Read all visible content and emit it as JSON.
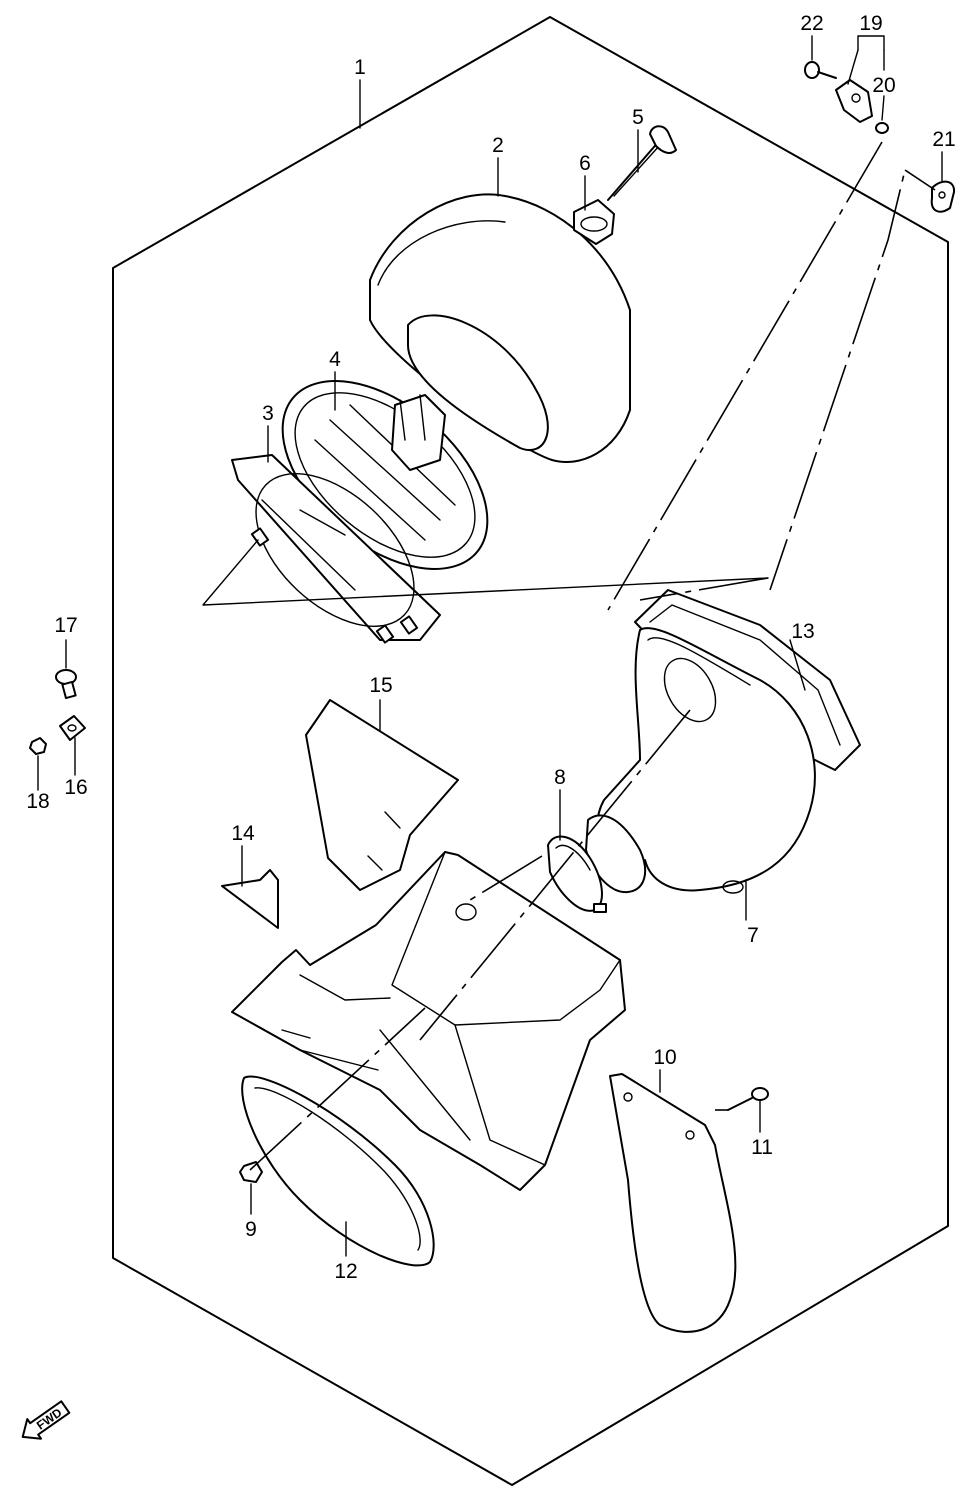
{
  "diagram": {
    "part_numbers": {
      "p1": "1",
      "p2": "2",
      "p3": "3",
      "p4": "4",
      "p5": "5",
      "p6": "6",
      "p7": "7",
      "p8": "8",
      "p9": "9",
      "p10": "10",
      "p11": "11",
      "p12": "12",
      "p13": "13",
      "p14": "14",
      "p15": "15",
      "p16": "16",
      "p17": "17",
      "p18": "18",
      "p19": "19",
      "p20": "20",
      "p21": "21",
      "p22": "22"
    },
    "direction_marker": {
      "label": "FWD"
    }
  }
}
